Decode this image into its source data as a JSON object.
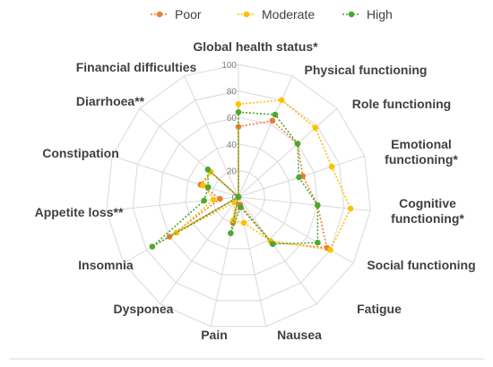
{
  "chart_data": {
    "type": "radar",
    "categories": [
      "Global health status*",
      "Physical functioning",
      "Role functioning",
      "Emotional functioning*",
      "Cognitive functioning*",
      "Social functioning",
      "Fatigue",
      "Nausea",
      "Pain",
      "Dysponea",
      "Insomnia",
      "Appetite loss**",
      "Constipation",
      "Diarrhoea**",
      "Financial difficulties"
    ],
    "series": [
      {
        "name": "Poor",
        "color": "#ed7d31",
        "values": [
          53,
          63,
          60,
          51,
          60,
          77,
          42,
          6,
          20,
          0,
          60,
          14,
          30,
          28,
          0
        ]
      },
      {
        "name": "Moderate",
        "color": "#ffc000",
        "values": [
          70,
          80,
          78,
          74,
          85,
          80,
          41,
          20,
          18,
          5,
          54,
          19,
          28,
          28,
          0
        ]
      },
      {
        "name": "High",
        "color": "#4ea72e",
        "values": [
          64,
          68,
          60,
          48,
          60,
          69,
          44,
          8,
          28,
          0,
          75,
          26,
          24,
          31,
          0
        ]
      }
    ],
    "rlim": [
      0,
      100
    ],
    "tick_labels": [
      "0",
      "20",
      "40",
      "60",
      "80",
      "100"
    ],
    "grid": true,
    "legend": "top"
  }
}
